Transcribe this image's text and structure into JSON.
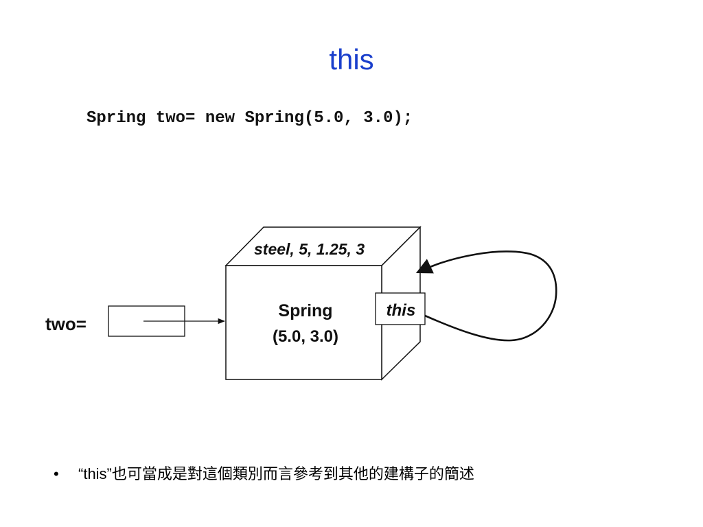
{
  "slide": {
    "title": "this",
    "title_color": "#1a3fcc"
  },
  "code": {
    "statement": "Spring two= new Spring(5.0, 3.0);"
  },
  "diagram": {
    "variable_label": "two=",
    "box_top_text": "steel, 5, 1.25, 3",
    "object_class": "Spring",
    "object_args": "(5.0, 3.0)",
    "self_ref_label": "this"
  },
  "bullets": [
    {
      "marker": "•",
      "text": "“this”也可當成是對這個類別而言參考到其他的建構子的簡述"
    }
  ]
}
